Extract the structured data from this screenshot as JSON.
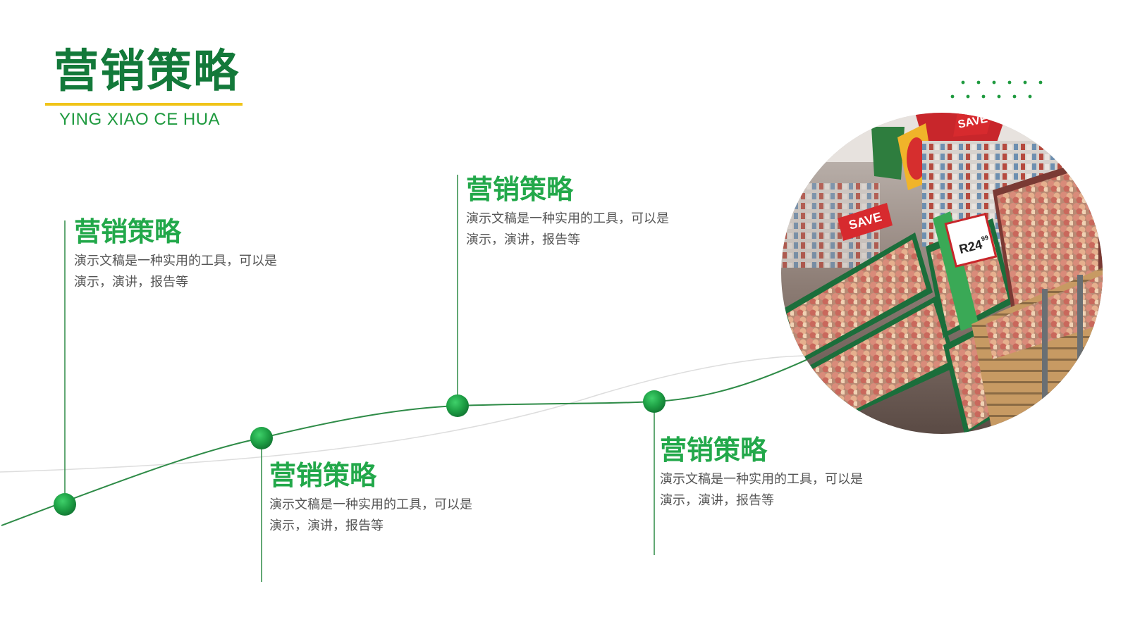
{
  "header": {
    "title": "营销策略",
    "subtitle": "YING XIAO CE HUA"
  },
  "milestones": [
    {
      "title": "营销策略",
      "desc": "演示文稿是一种实用的工具，可以是演示，演讲，报告等"
    },
    {
      "title": "营销策略",
      "desc": "演示文稿是一种实用的工具，可以是演示，演讲，报告等"
    },
    {
      "title": "营销策略",
      "desc": "演示文稿是一种实用的工具，可以是演示，演讲，报告等"
    },
    {
      "title": "营销策略",
      "desc": "演示文稿是一种实用的工具，可以是演示，演讲，报告等"
    }
  ],
  "photo": {
    "sign_save_1": "SAVE",
    "sign_save_2": "SAVE",
    "price_tag": "R24",
    "price_cents": "99"
  },
  "colors": {
    "brand_green": "#13793a",
    "accent_green": "#22a84a",
    "underline_yellow": "#f0c419",
    "line_green": "#2e8b47"
  }
}
